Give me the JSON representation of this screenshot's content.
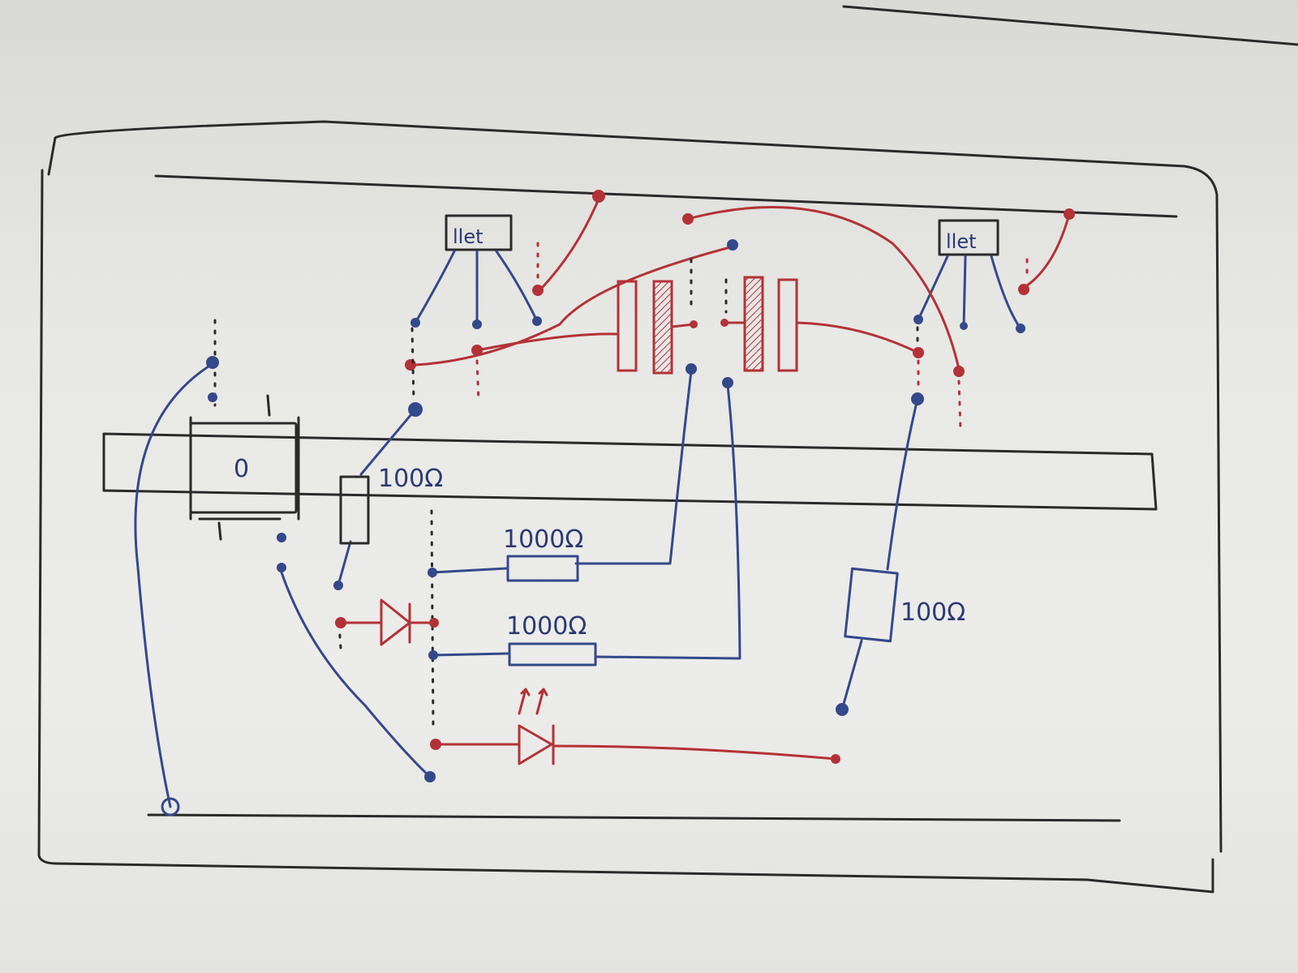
{
  "labels": {
    "chip_left": "llet",
    "chip_right": "llet",
    "switch_mark": "0",
    "res_left": "100Ω",
    "res_top": "1000Ω",
    "res_mid": "1000Ω",
    "res_right": "100Ω"
  },
  "colors": {
    "board_frame": "#2a2a2a",
    "blue_ink": "#34498a",
    "red_ink": "#b33237"
  }
}
